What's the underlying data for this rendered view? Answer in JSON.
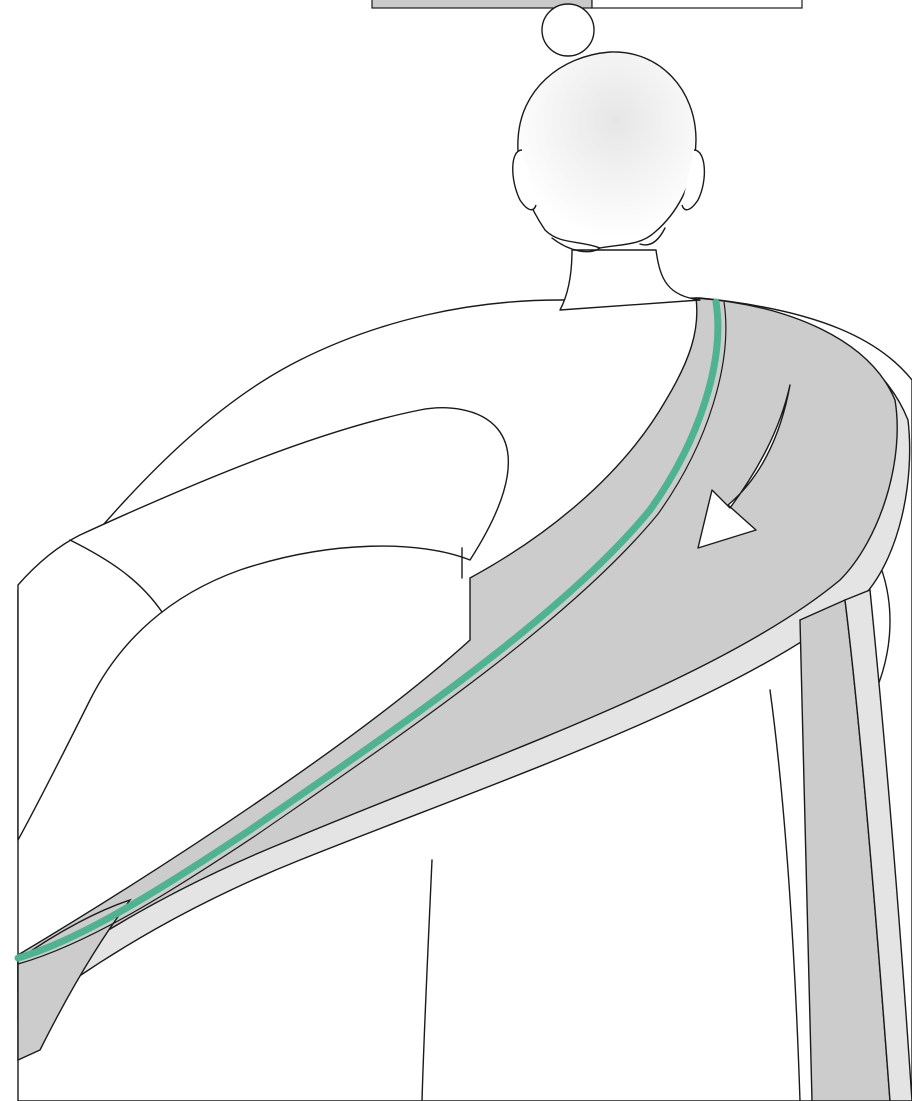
{
  "illustration": {
    "subject": "person-back-view",
    "elements": [
      "hair-bun",
      "head",
      "ears",
      "neck",
      "arm",
      "fabric-sling",
      "fabric-edge",
      "tail",
      "direction-arrow",
      "reference-frame"
    ],
    "colors": {
      "fabric": "#cccccc",
      "fabric_light": "#e4e4e4",
      "fabric_edge_accent": "#4db391",
      "outline": "#1a1a1a",
      "background": "#ffffff",
      "arrow_fill": "#ffffff"
    },
    "arrow_direction": "down-left"
  }
}
